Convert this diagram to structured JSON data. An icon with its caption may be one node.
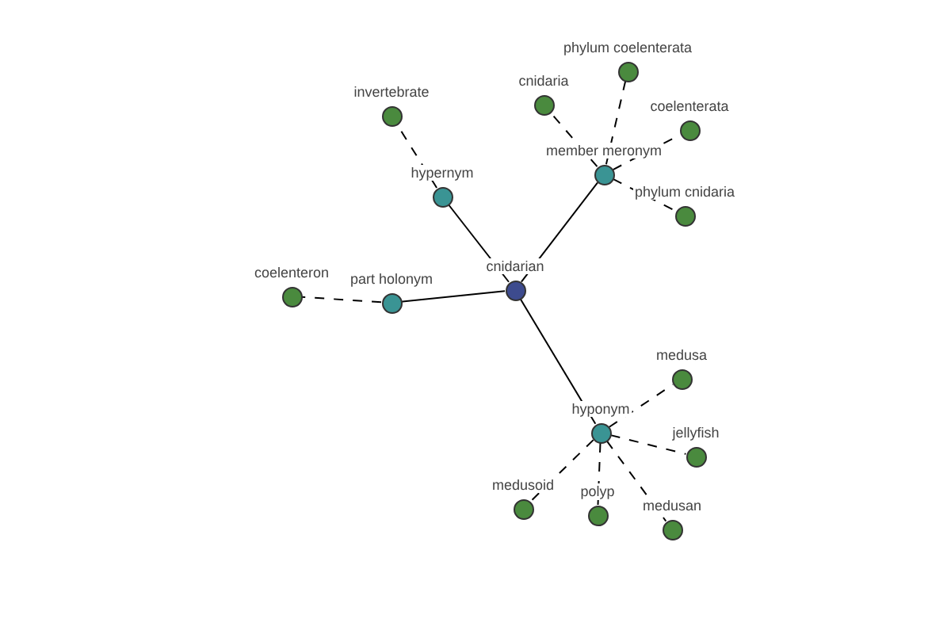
{
  "diagram": {
    "nodes": [
      {
        "text": [
          "cnidarian"
        ]
      },
      {
        "text": [
          "hypernym"
        ]
      },
      {
        "text": [
          "part holonym"
        ]
      },
      {
        "text": [
          "member meronym"
        ]
      },
      {
        "text": [
          "hyponym"
        ]
      },
      {
        "text": [
          "invertebrate"
        ]
      },
      {
        "text": [
          "coelenteron"
        ]
      },
      {
        "text": [
          "cnidaria"
        ]
      },
      {
        "text": [
          "phylum coelenterata"
        ]
      },
      {
        "text": [
          "coelenterata"
        ]
      },
      {
        "text": [
          "phylum cnidaria"
        ]
      },
      {
        "text": [
          "medusa"
        ]
      },
      {
        "text": [
          "jellyfish"
        ]
      },
      {
        "text": [
          "medusoid"
        ]
      },
      {
        "text": [
          "polyp"
        ]
      },
      {
        "text": [
          "medusan"
        ]
      }
    ],
    "edges": [
      {
        "from": 0,
        "to": 1,
        "arrow": "none"
      },
      {
        "from": 0,
        "to": 2,
        "arrow": "none"
      },
      {
        "from": 0,
        "to": 3,
        "arrow": "none"
      },
      {
        "from": 0,
        "to": 4,
        "arrow": "none"
      },
      {
        "from": 1,
        "to": 5,
        "arrow": "none",
        "style": "dashed"
      },
      {
        "from": 2,
        "to": 6,
        "arrow": "none",
        "style": "dashed"
      },
      {
        "from": 3,
        "to": 7,
        "arrow": "none",
        "style": "dashed"
      },
      {
        "from": 3,
        "to": 8,
        "arrow": "none",
        "style": "dashed"
      },
      {
        "from": 3,
        "to": 9,
        "arrow": "none",
        "style": "dashed"
      },
      {
        "from": 3,
        "to": 10,
        "arrow": "none",
        "style": "dashed"
      },
      {
        "from": 4,
        "to": 11,
        "arrow": "none",
        "style": "dashed"
      },
      {
        "from": 4,
        "to": 12,
        "arrow": "none",
        "style": "dashed"
      },
      {
        "from": 4,
        "to": 13,
        "arrow": "none",
        "style": "dashed"
      },
      {
        "from": 4,
        "to": 14,
        "arrow": "none",
        "style": "dashed"
      },
      {
        "from": 4,
        "to": 15,
        "arrow": "none",
        "style": "dashed"
      }
    ]
  }
}
